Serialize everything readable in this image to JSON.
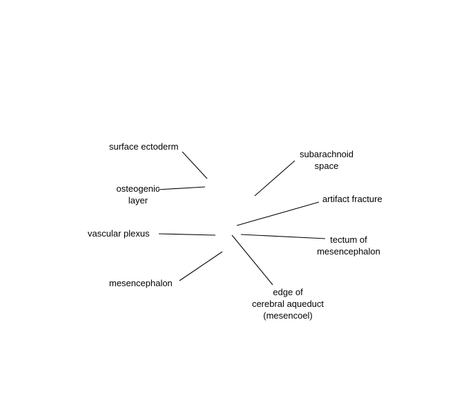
{
  "labels": {
    "surface_ectoderm": "surface ectoderm",
    "osteogenic_layer": [
      "osteogenic",
      "layer"
    ],
    "vascular_plexus": "vascular plexus",
    "mesencephalon": "mesencephalon",
    "subarachnoid_space": [
      "subarachnoid",
      "space"
    ],
    "artifact_fracture": "artifact fracture",
    "tectum_of_mesencephalon": [
      "tectum of",
      "mesencephalon"
    ],
    "edge_of_cerebral_aqueduct": [
      "edge of",
      "cerebral aqueduct",
      "(mesencoel)"
    ]
  },
  "colors": {
    "line": "#000000",
    "text": "#000000",
    "background": "#ffffff"
  }
}
